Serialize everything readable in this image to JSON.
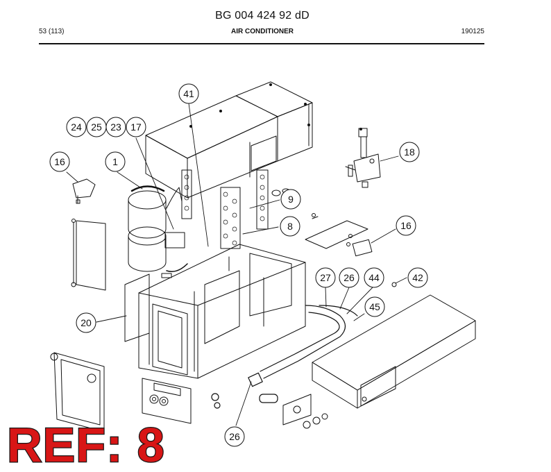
{
  "header": {
    "doc_number": "BG 004 424 92 dD",
    "page": "53 (113)",
    "section": "AIR CONDITIONER",
    "date_code": "190125"
  },
  "ref_label": "REF: 8",
  "callouts": [
    {
      "id": "c41",
      "label": "41"
    },
    {
      "id": "c24",
      "label": "24"
    },
    {
      "id": "c25",
      "label": "25"
    },
    {
      "id": "c23",
      "label": "23"
    },
    {
      "id": "c17",
      "label": "17"
    },
    {
      "id": "c16a",
      "label": "16"
    },
    {
      "id": "c1",
      "label": "1"
    },
    {
      "id": "c18",
      "label": "18"
    },
    {
      "id": "c9",
      "label": "9"
    },
    {
      "id": "c8",
      "label": "8"
    },
    {
      "id": "c16b",
      "label": "16"
    },
    {
      "id": "c27",
      "label": "27"
    },
    {
      "id": "c26a",
      "label": "26"
    },
    {
      "id": "c44",
      "label": "44"
    },
    {
      "id": "c42",
      "label": "42"
    },
    {
      "id": "c45",
      "label": "45"
    },
    {
      "id": "c20",
      "label": "20"
    },
    {
      "id": "c26b",
      "label": "26"
    }
  ],
  "colors": {
    "ref_text": "#d81616",
    "line": "#111111"
  }
}
